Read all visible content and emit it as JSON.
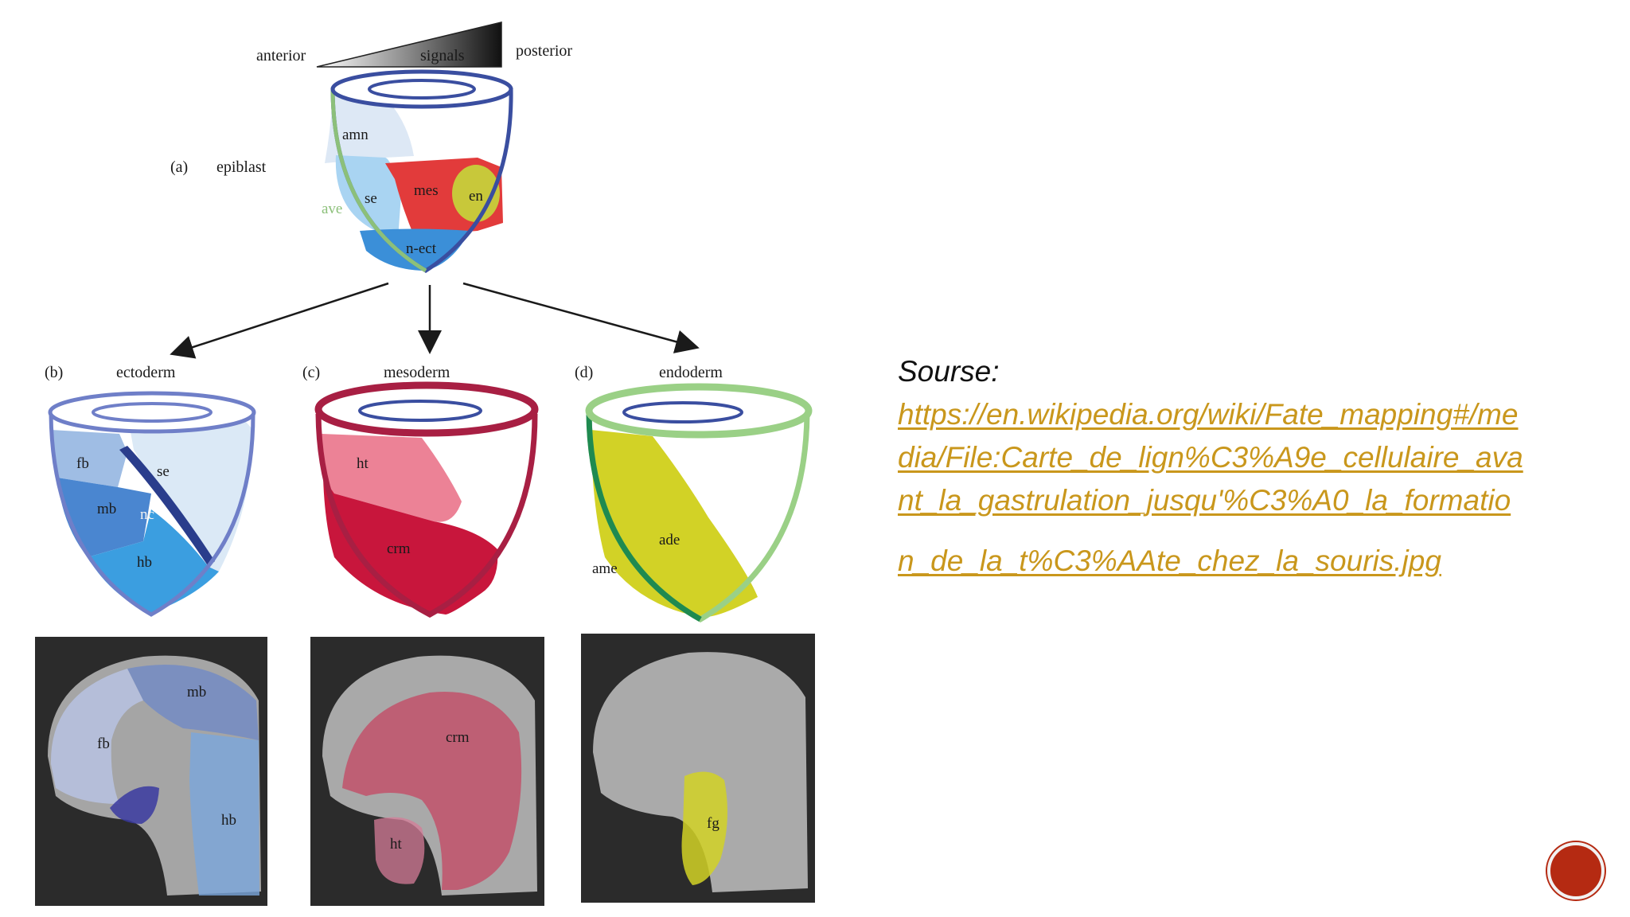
{
  "gradient": {
    "left": "anterior",
    "middle": "signals",
    "right": "posterior"
  },
  "panel_a": {
    "letter": "(a)",
    "title": "epiblast",
    "regions": {
      "amn": "amn",
      "se": "se",
      "mes": "mes",
      "en": "en",
      "nect": "n-ect",
      "ave": "ave"
    }
  },
  "panel_b": {
    "letter": "(b)",
    "title": "ectoderm",
    "regions": {
      "fb": "fb",
      "se": "se",
      "mb": "mb",
      "nc": "nc",
      "hb": "hb"
    },
    "photo": {
      "mb": "mb",
      "fb": "fb",
      "hb": "hb"
    }
  },
  "panel_c": {
    "letter": "(c)",
    "title": "mesoderm",
    "regions": {
      "ht": "ht",
      "crm": "crm"
    },
    "photo": {
      "crm": "crm",
      "ht": "ht"
    }
  },
  "panel_d": {
    "letter": "(d)",
    "title": "endoderm",
    "regions": {
      "ade": "ade",
      "ame": "ame"
    },
    "photo": {
      "fg": "fg"
    }
  },
  "source": {
    "title": "Sourse:",
    "lines": [
      "https://en.wikipedia.org/wiki/Fate_mapping#/me",
      "dia/File:Carte_de_lign%C3%A9e_cellulaire_ava",
      "nt_la_gastrulation_jusqu'%C3%A0_la_formatio",
      "n_de_la_t%C3%AAte_chez_la_souris.jpg"
    ]
  },
  "colors": {
    "cup_outline_blue": "#3a4ea0",
    "ave_green": "#8cc07a",
    "mes_red": "#e23b3b",
    "en_yellow": "#c8c83a",
    "ecto_blue": "#4a86d0",
    "meso_crimson": "#c8163c",
    "endo_yellow": "#d2d226",
    "link_gold": "#c9971c",
    "nav_red": "#b52a12"
  }
}
